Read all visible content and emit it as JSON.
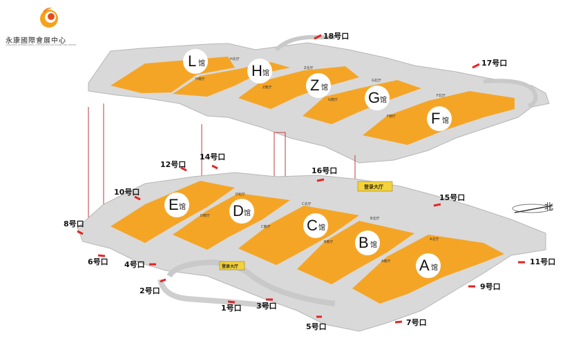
{
  "brand": {
    "name": "永康國際會展中心",
    "logo_colors": [
      "#f6a21a",
      "#e64a19"
    ],
    "sub_line": "YONGKANG INTERNATIONAL CONVENTION AND EXHIBITION CENTER"
  },
  "colors": {
    "hall": "#f5a526",
    "floor": "#d9d9d9",
    "edge": "#b5b5b5",
    "arrow": "#e52222",
    "link_line": "#c23a3a",
    "sign": "#f4d23c"
  },
  "upper_level": {
    "halls": [
      {
        "letter": "L",
        "suffix": "馆"
      },
      {
        "letter": "H",
        "suffix": "馆"
      },
      {
        "letter": "Z",
        "suffix": "馆"
      },
      {
        "letter": "G",
        "suffix": "馆"
      },
      {
        "letter": "F",
        "suffix": "馆"
      }
    ],
    "hallways": [
      "H北厅",
      "H南厅",
      "Z北厅",
      "Z南厅",
      "G北厅",
      "G南厅",
      "F北厅",
      "F南厅"
    ]
  },
  "lower_level": {
    "halls": [
      {
        "letter": "E",
        "suffix": "馆"
      },
      {
        "letter": "D",
        "suffix": "馆"
      },
      {
        "letter": "C",
        "suffix": "馆"
      },
      {
        "letter": "B",
        "suffix": "馆"
      },
      {
        "letter": "A",
        "suffix": "馆"
      }
    ],
    "hallways": [
      "D北厅",
      "D南厅",
      "C北厅",
      "C南厅",
      "B北厅",
      "B南厅",
      "A北厅",
      "A南厅"
    ],
    "signs": [
      "登录大厅",
      "登录大厅"
    ]
  },
  "gates": [
    "18号口",
    "17号口",
    "16号口",
    "15号口",
    "14号口",
    "12号口",
    "10号口",
    "8号口",
    "6号口",
    "4号口",
    "2号口",
    "1号口",
    "3号口",
    "5号口",
    "7号口",
    "9号口",
    "11号口"
  ],
  "compass": {
    "label": "北"
  }
}
